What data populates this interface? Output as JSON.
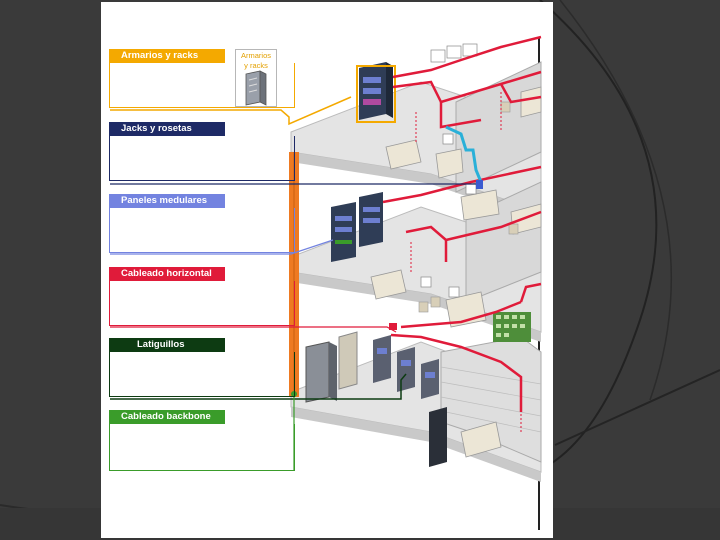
{
  "legend": [
    {
      "label": "Armarios y racks",
      "color": "#f4a900"
    },
    {
      "label": "Jacks y rosetas",
      "color": "#1e2a66"
    },
    {
      "label": "Paneles medulares",
      "color": "#7383e0"
    },
    {
      "label": "Cableado horizontal",
      "color": "#e01b3a"
    },
    {
      "label": "Latiguillos",
      "color": "#0d3b12"
    },
    {
      "label": "Cableado backbone",
      "color": "#3a9c2a"
    }
  ],
  "rack_icon": {
    "label_line1": "Armarios",
    "label_line2": "y racks"
  },
  "colors": {
    "background": "#3a3a3a",
    "slide": "#ffffff",
    "floor": "#e4e4e4",
    "wall": "#cfcfcf",
    "backbone_cable": "#ee7a22"
  }
}
